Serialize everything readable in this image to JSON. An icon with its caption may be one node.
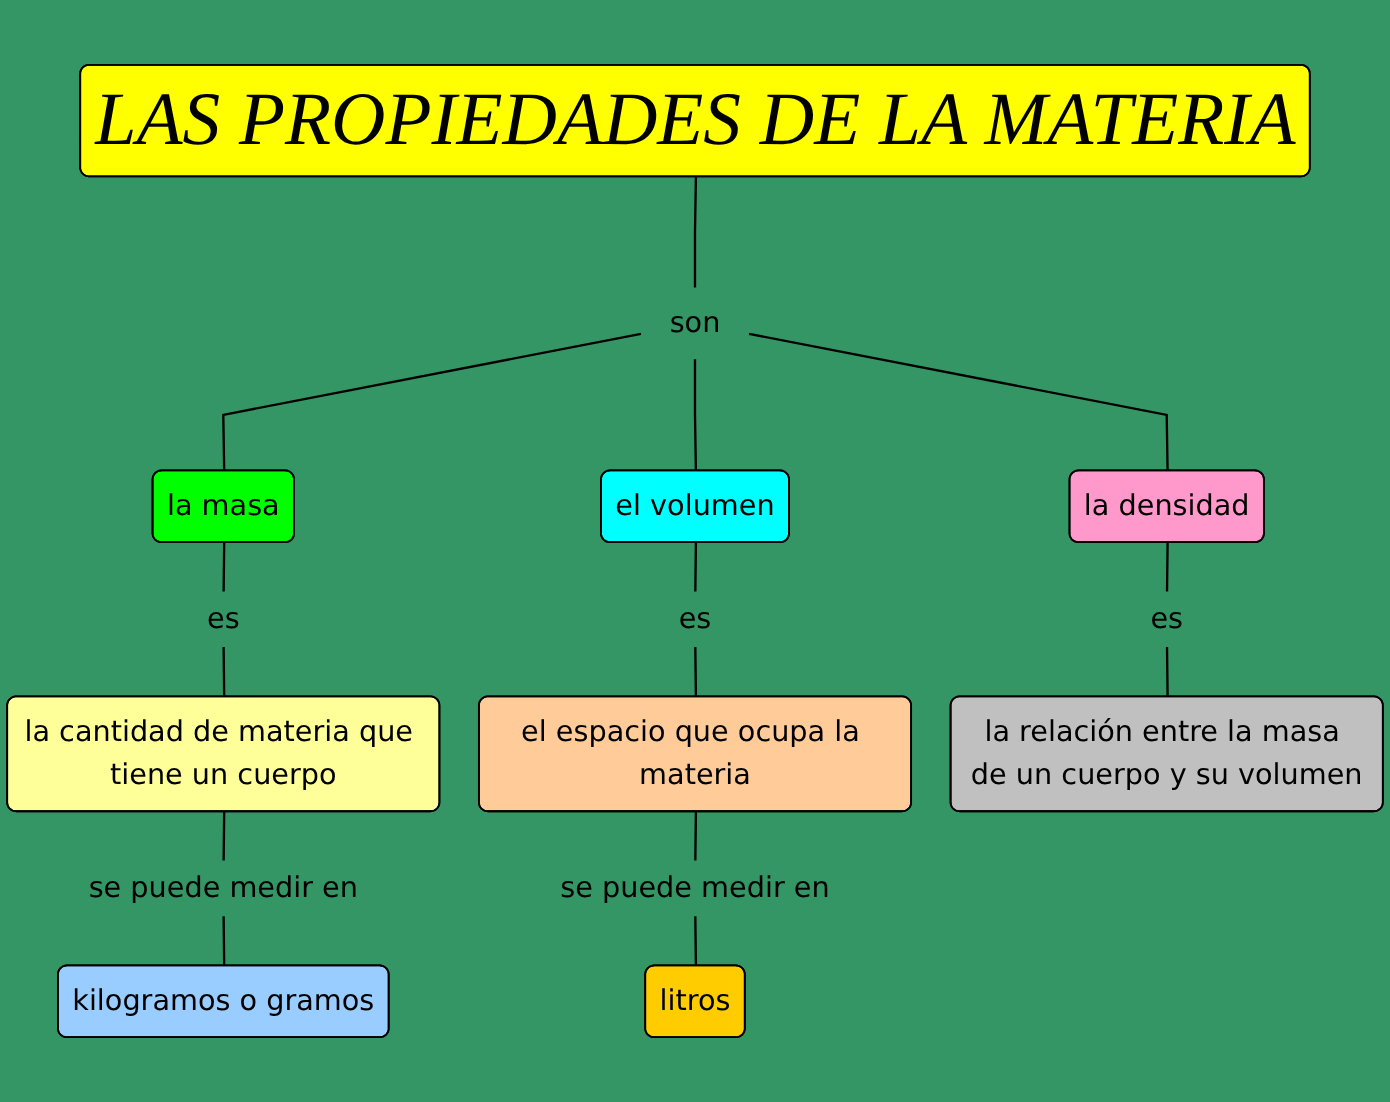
{
  "diagram": {
    "nodes": [
      {
        "text": [
          "LAS PROPIEDADES DE LA MATERIA"
        ]
      },
      {
        "text": [
          "son"
        ]
      },
      {
        "text": [
          "la masa"
        ]
      },
      {
        "text": [
          "el volumen"
        ]
      },
      {
        "text": [
          "la densidad"
        ]
      },
      {
        "text": [
          "la cantidad de materia que tiene un cuerpo"
        ]
      },
      {
        "text": [
          "el espacio que ocupa la materia"
        ]
      },
      {
        "text": [
          "la relación entre la masa de un cuerpo y su volumen"
        ]
      },
      {
        "text": [
          "kilogramos o gramos"
        ]
      },
      {
        "text": [
          "litros"
        ]
      }
    ],
    "edges": [
      {
        "from": 0,
        "to": 1,
        "arrow": "none"
      },
      {
        "from": 1,
        "to": 2,
        "arrow": "none"
      },
      {
        "from": 1,
        "to": 3,
        "arrow": "none"
      },
      {
        "from": 1,
        "to": 4,
        "arrow": "none"
      },
      {
        "from": 2,
        "to": 5,
        "label": "es",
        "arrow": "none"
      },
      {
        "from": 3,
        "to": 6,
        "label": "es",
        "arrow": "none"
      },
      {
        "from": 4,
        "to": 7,
        "label": "es",
        "arrow": "none"
      },
      {
        "from": 5,
        "to": 8,
        "label": "se puede medir en",
        "arrow": "none"
      },
      {
        "from": 6,
        "to": 9,
        "label": "se puede medir en",
        "arrow": "none"
      }
    ]
  }
}
